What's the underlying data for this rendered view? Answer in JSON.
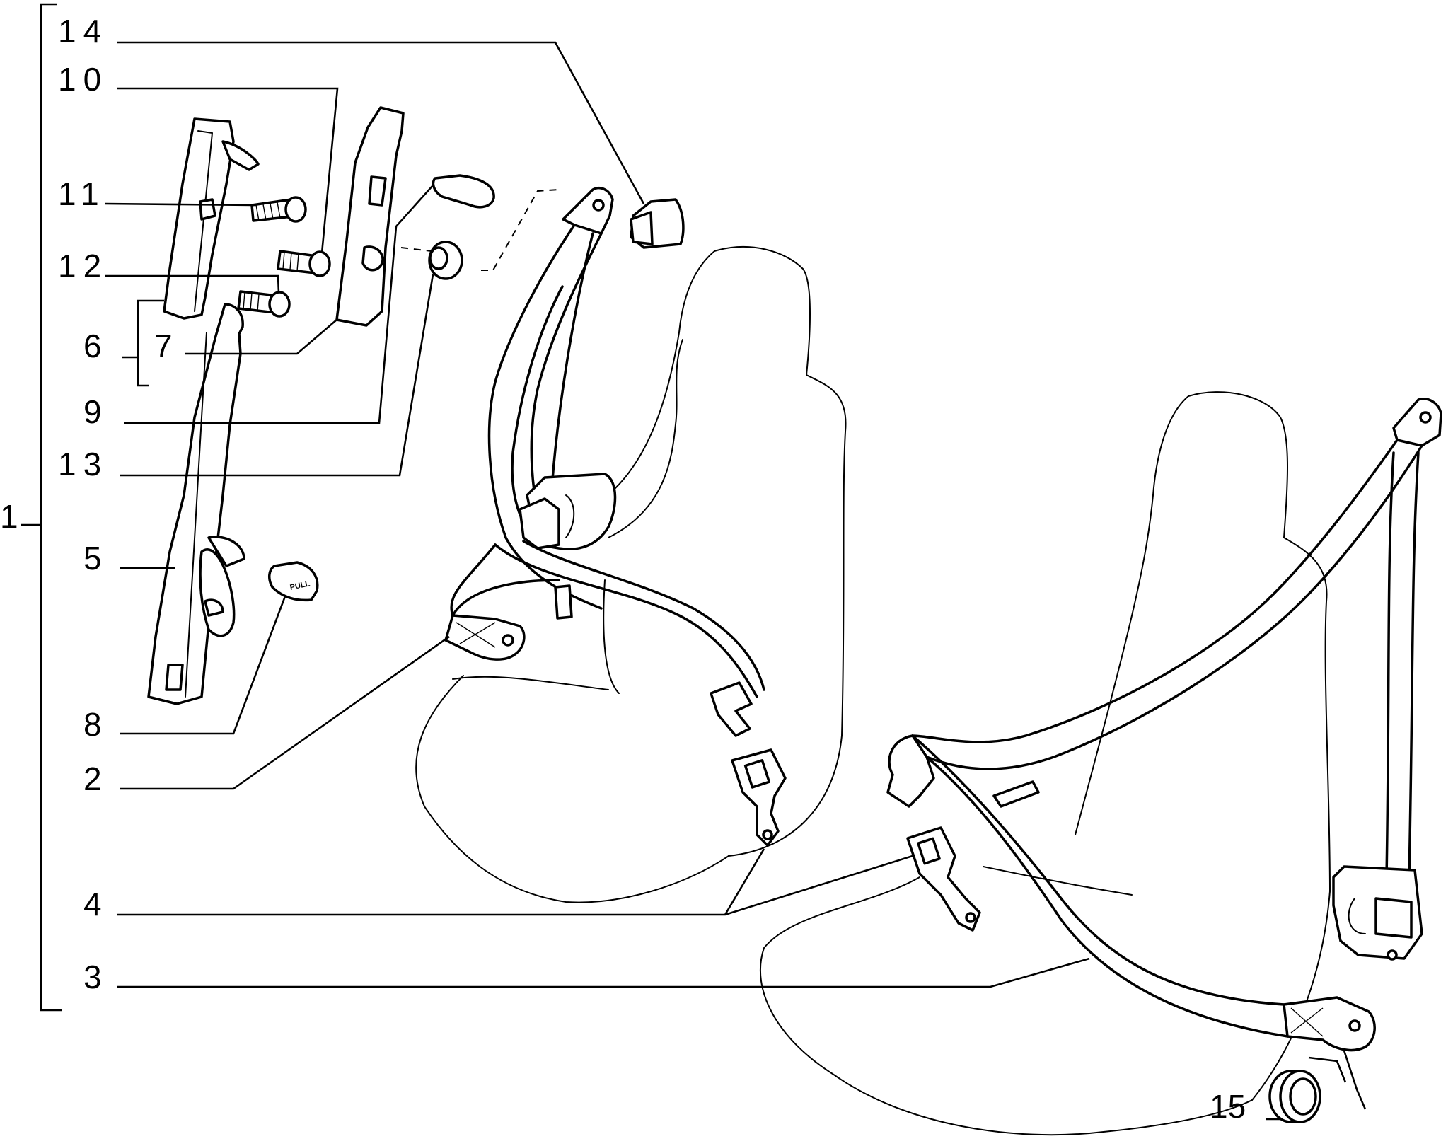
{
  "callouts": {
    "c1": "1",
    "c2": "2",
    "c3": "3",
    "c4": "4",
    "c5": "5",
    "c6": "6",
    "c7": "7",
    "c8": "8",
    "c9": "9",
    "c10": "10",
    "c11": "11",
    "c12": "12",
    "c13": "13",
    "c14": "14",
    "c15": "15"
  },
  "button_text": "PULL"
}
